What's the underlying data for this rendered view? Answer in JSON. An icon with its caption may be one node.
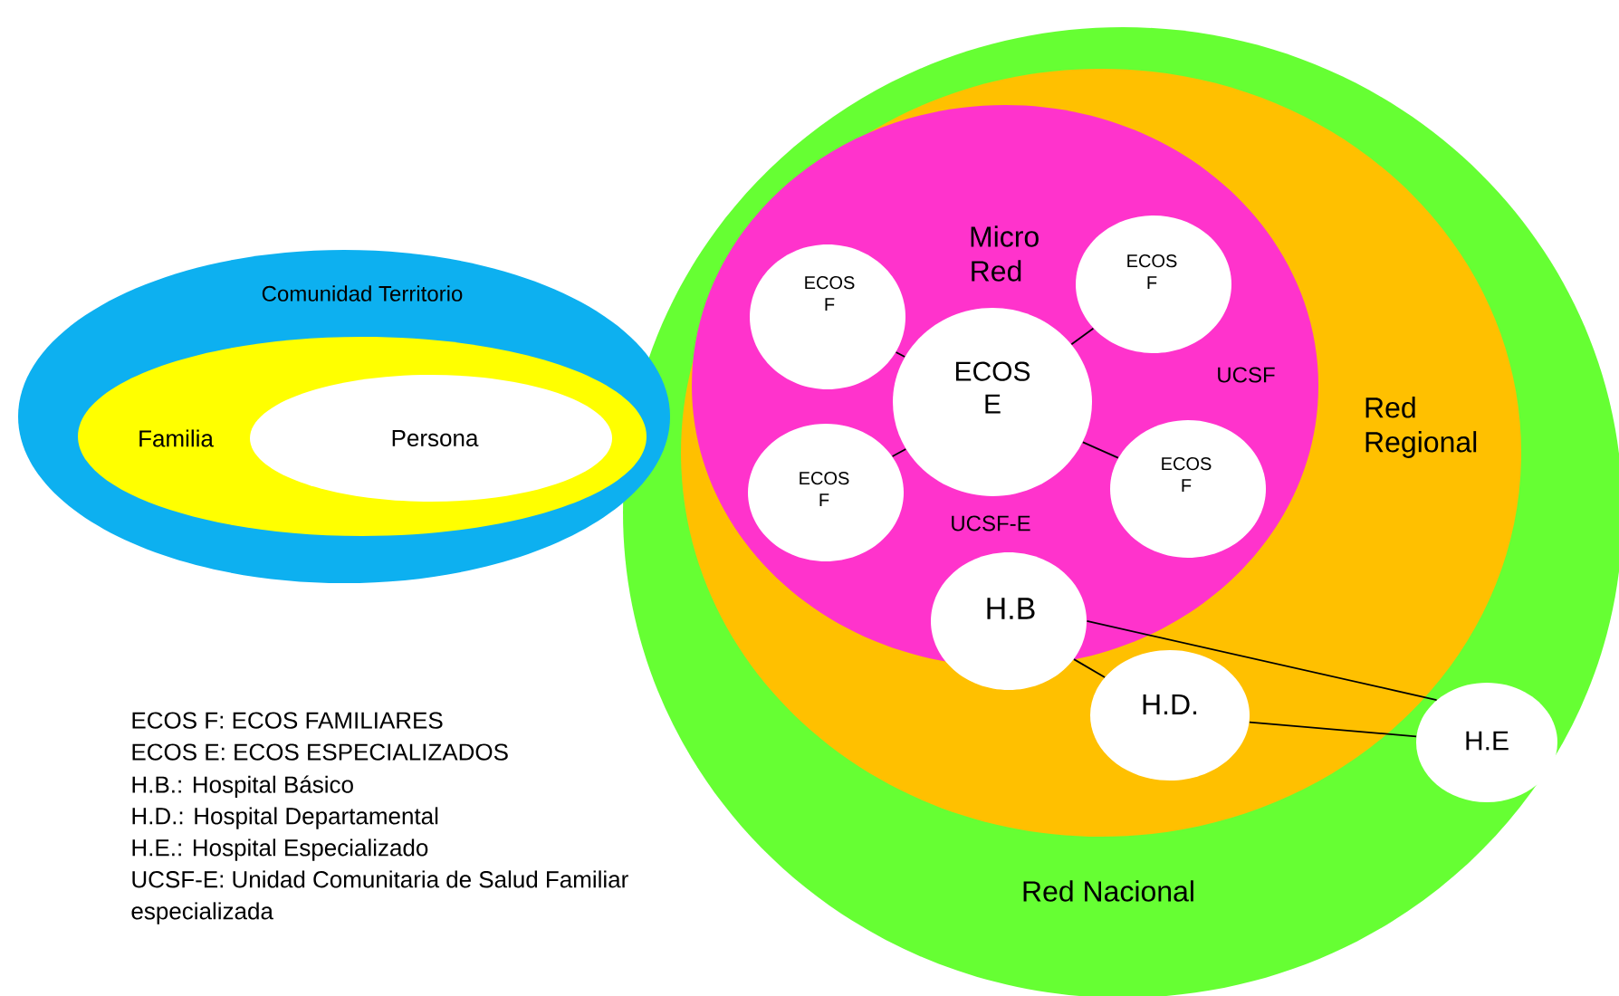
{
  "diagram": {
    "nodes": [
      {
        "text": [
          "Comunidad Territorio"
        ]
      },
      {
        "text": [
          "Familia"
        ],
        "in": 0
      },
      {
        "text": [
          "Persona"
        ],
        "in": 1
      },
      {
        "text": [
          "Red Nacional"
        ]
      },
      {
        "text": [
          "Red Regional"
        ],
        "in": 3
      },
      {
        "text": [
          "Micro Red",
          "UCSF",
          "UCSF-E"
        ],
        "in": 4
      },
      {
        "text": [
          "ECOS F"
        ],
        "in": 5
      },
      {
        "text": [
          "ECOS F"
        ],
        "in": 5
      },
      {
        "text": [
          "ECOS E"
        ],
        "in": 5
      },
      {
        "text": [
          "ECOS F"
        ],
        "in": 5
      },
      {
        "text": [
          "ECOS F"
        ],
        "in": 5
      },
      {
        "text": [
          "H.B"
        ],
        "in": 4
      },
      {
        "text": [
          "H.D."
        ],
        "in": 4
      },
      {
        "text": [
          "H.E"
        ],
        "in": 3
      }
    ],
    "edges": [
      {
        "from": 6,
        "to": 8,
        "arrow": "none"
      },
      {
        "from": 7,
        "to": 8,
        "arrow": "none"
      },
      {
        "from": 9,
        "to": 8,
        "arrow": "none"
      },
      {
        "from": 10,
        "to": 8,
        "arrow": "none"
      },
      {
        "from": 11,
        "to": 12,
        "arrow": "none"
      },
      {
        "from": 11,
        "to": 13,
        "arrow": "none"
      },
      {
        "from": 12,
        "to": 13,
        "arrow": "none"
      }
    ],
    "labels": [
      "ECOS F: ECOS FAMILIARES",
      "ECOS E: ECOS ESPECIALIZADOS",
      "H.B.: Hospital Básico",
      "H.D.: Hospital Departamental",
      "H.E.: Hospital Especializado",
      "UCSF-E: Unidad Comunitaria de Salud Familiar especializada"
    ]
  }
}
